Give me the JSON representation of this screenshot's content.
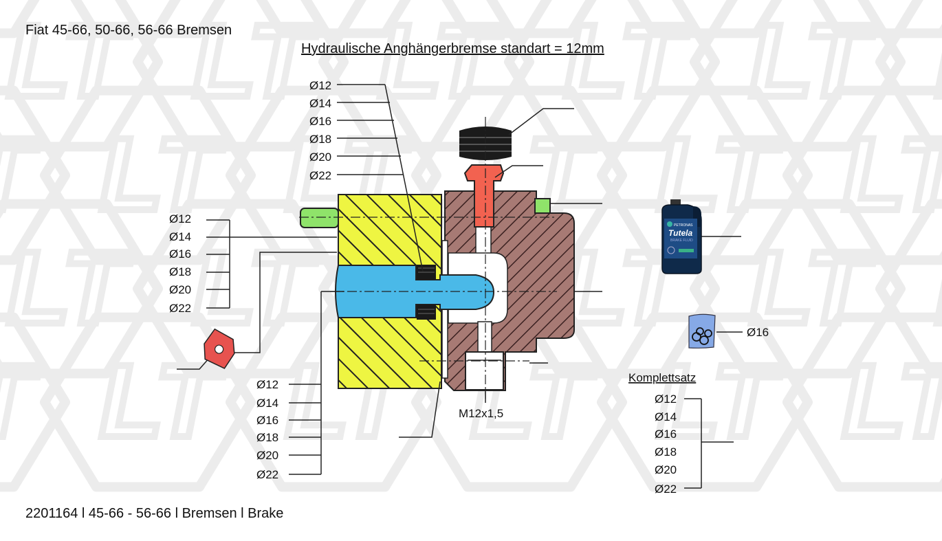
{
  "header": {
    "title": "Fiat 45-66, 50-66, 56-66 Bremsen",
    "subtitle": "Hydraulische Anghängerbremse standart = 12mm"
  },
  "footer": {
    "text": "2201164  l  45-66 - 56-66  l  Bremsen  l  Brake"
  },
  "diagram": {
    "watermark": "LT",
    "callouts": {
      "top_stack": [
        "Ø12",
        "Ø14",
        "Ø16",
        "Ø18",
        "Ø20",
        "Ø22"
      ],
      "left_stack": [
        "Ø12",
        "Ø14",
        "Ø16",
        "Ø18",
        "Ø20",
        "Ø22"
      ],
      "bottom_stack": [
        "Ø12",
        "Ø14",
        "Ø16",
        "Ø18",
        "Ø20",
        "Ø22"
      ],
      "kit_stack": [
        "Ø12",
        "Ø14",
        "Ø16",
        "Ø18",
        "Ø20",
        "Ø22"
      ],
      "thread": "M12x1,5",
      "oring": "Ø16",
      "kit_title": "Komplettsatz"
    },
    "colors": {
      "housing_yellow": "#eef542",
      "body_brown": "#a77a74",
      "piston_blue": "#4ab9e8",
      "bleeder_red": "#f26250",
      "gasket_red": "#e7534f",
      "pin_green": "#8fe36a",
      "oring_blue": "#86a9e6",
      "watermark": "#ececec"
    },
    "oil_bottle": {
      "brand": "PETRONAS",
      "product": "Tutela",
      "type": "BRAKE FLUID"
    }
  }
}
